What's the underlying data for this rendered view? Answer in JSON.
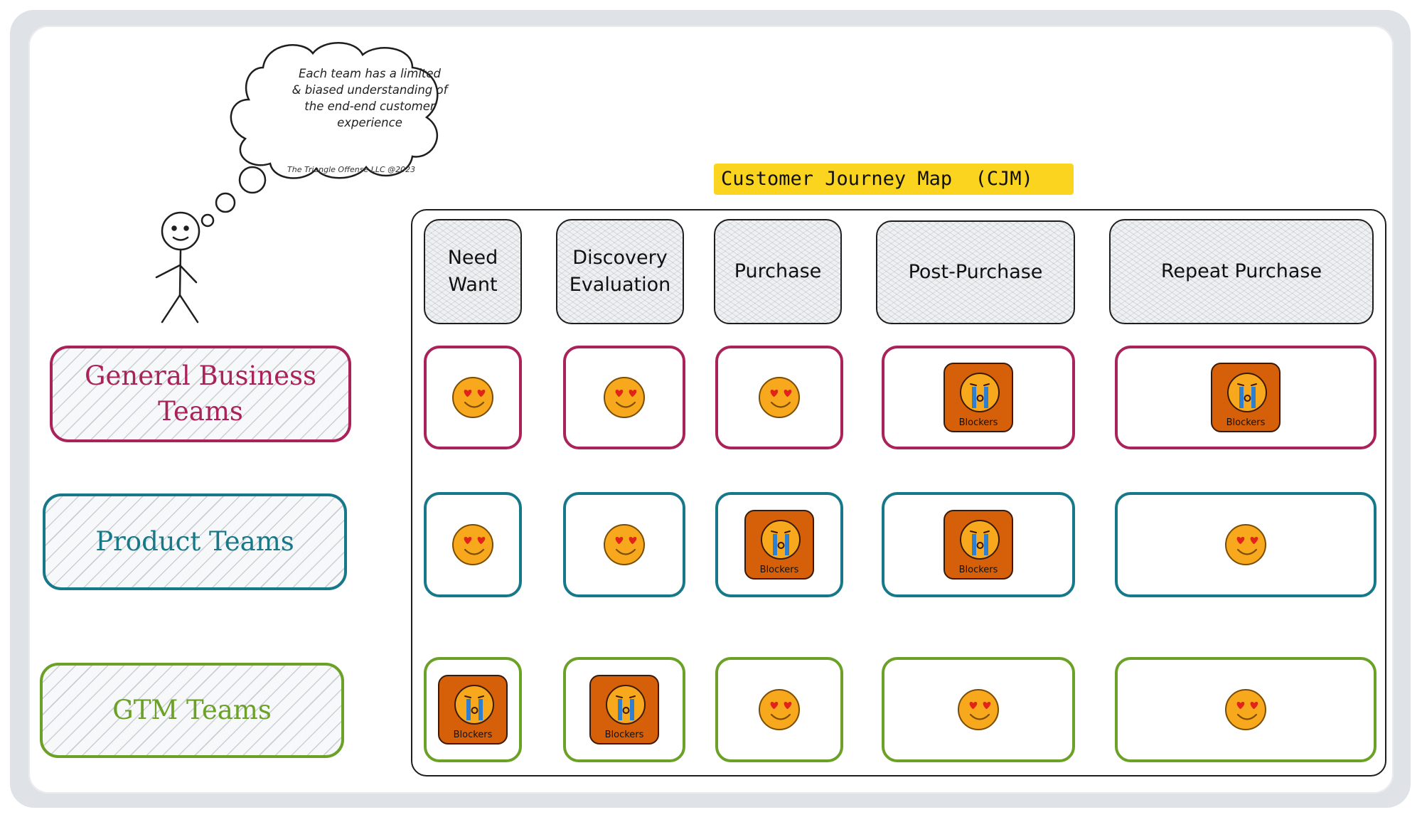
{
  "thought_bubble": {
    "lines": [
      "Each team has a limited",
      "& biased understanding of",
      "the end-end customer",
      "experience"
    ],
    "credit": "The Triangle Offense LLC @2023"
  },
  "title": "Customer Journey Map  (CJM)",
  "stages": [
    {
      "label": "Need\nWant"
    },
    {
      "label": "Discovery\nEvaluation"
    },
    {
      "label": "Purchase"
    },
    {
      "label": "Post-Purchase"
    },
    {
      "label": "Repeat Purchase"
    }
  ],
  "teams": [
    {
      "label": "General Business\nTeams",
      "color": "#a9235a",
      "states": [
        "love",
        "love",
        "love",
        "blocker",
        "blocker"
      ]
    },
    {
      "label": "Product Teams",
      "color": "#17788a",
      "states": [
        "love",
        "love",
        "blocker",
        "blocker",
        "love"
      ]
    },
    {
      "label": "GTM Teams",
      "color": "#6aa126",
      "states": [
        "blocker",
        "blocker",
        "love",
        "love",
        "love"
      ]
    }
  ],
  "icons": {
    "love": "heart-eyes-emoji-icon",
    "blocker": "blockers-icon"
  },
  "blocker_label": "Blockers"
}
